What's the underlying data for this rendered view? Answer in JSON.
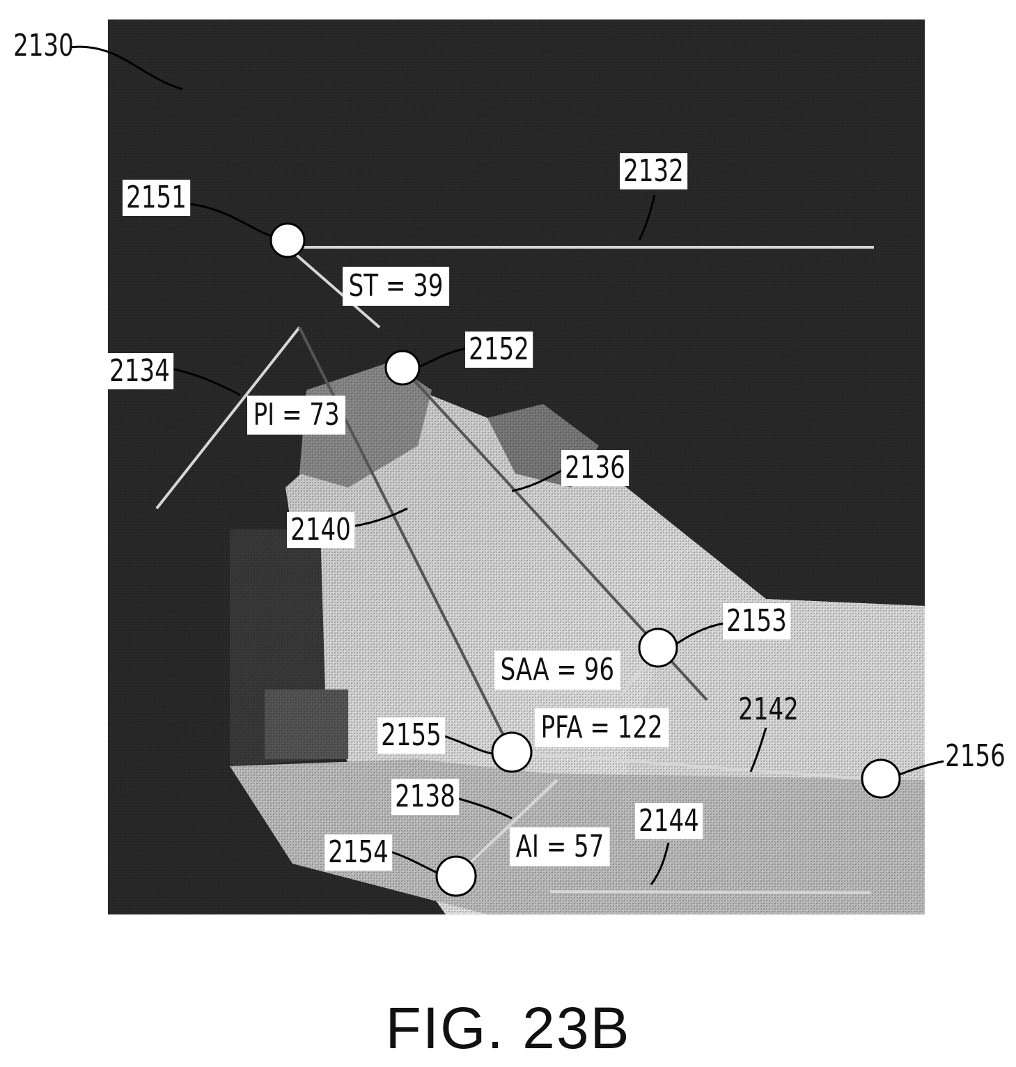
{
  "refs": {
    "r2130": "2130",
    "r2132": "2132",
    "r2134": "2134",
    "r2136": "2136",
    "r2138": "2138",
    "r2140": "2140",
    "r2142": "2142",
    "r2144": "2144",
    "r2151": "2151",
    "r2152": "2152",
    "r2153": "2153",
    "r2154": "2154",
    "r2155": "2155",
    "r2156": "2156"
  },
  "measurements": {
    "st": "ST = 39",
    "pi": "PI = 73",
    "saa": "SAA = 96",
    "pfa": "PFA = 122",
    "ai": "AI = 57"
  },
  "caption": "FIG. 23B"
}
